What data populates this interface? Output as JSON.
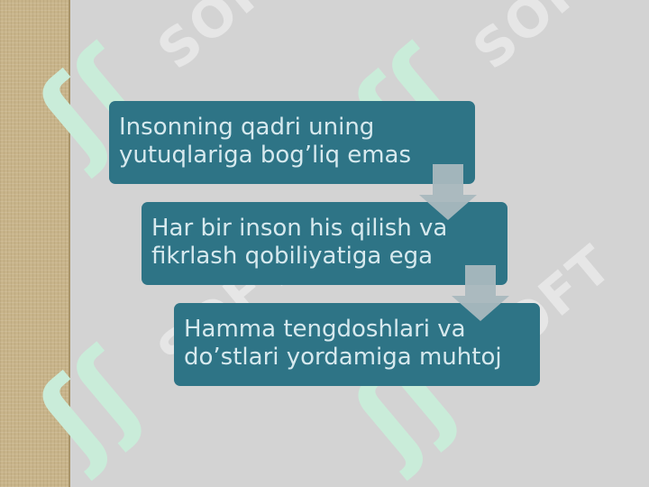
{
  "sidebar": {
    "color": "#c8b48a"
  },
  "watermark": {
    "logo": "ʃʃ",
    "text": "SOFT",
    "logo_color": "#c9ecd9"
  },
  "colors": {
    "background": "#d3d3d3",
    "box_fill": "#2e7486",
    "box_text": "#d6e9ee",
    "arrow": "#a9b8be"
  },
  "diagram": {
    "type": "step-down-process",
    "steps": [
      {
        "text": "Insonning qadri uning yutuqlariga bog’liq emas"
      },
      {
        "text": "Har bir inson his qilish va fikrlash qobiliyatiga ega"
      },
      {
        "text": "Hamma tengdoshlari va do’stlari yordamiga muhtoj"
      }
    ]
  }
}
